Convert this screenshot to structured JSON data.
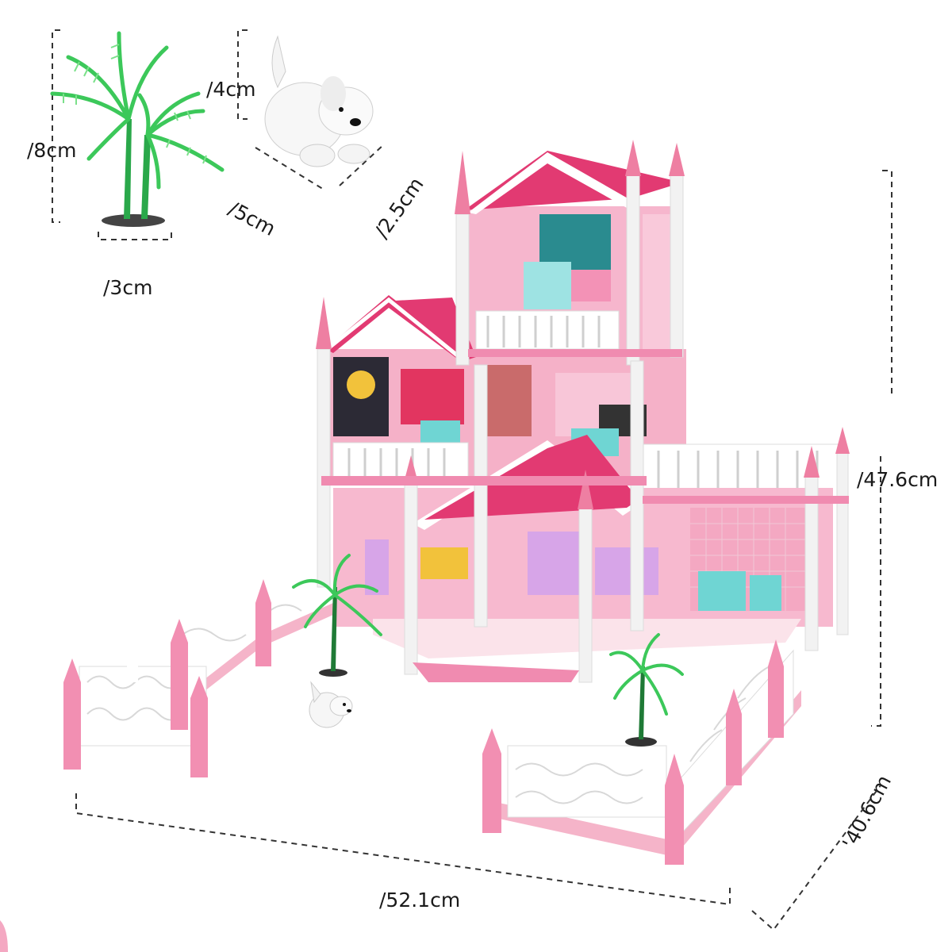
{
  "dimensions": {
    "tree_height": "/8cm",
    "tree_base": "/3cm",
    "dog_height": "/4cm",
    "dog_length": "/5cm",
    "dog_width": "/2.5cm",
    "house_height": "/47.6cm",
    "house_depth": "'40.6cm",
    "house_width": "/52.1cm"
  },
  "colors": {
    "roof": "#e23a72",
    "wall": "#f6b6cd",
    "pillar": "#f2f2f2",
    "pink_cap": "#ee7fa2",
    "railing": "#ffffff",
    "tree": "#3cc85a",
    "dim_line": "#333333"
  }
}
